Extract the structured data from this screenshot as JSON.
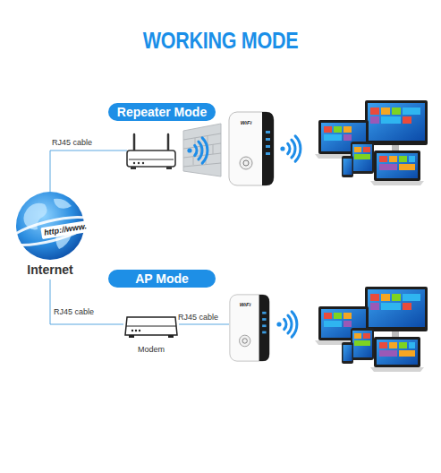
{
  "diagram": {
    "title": "WORKING MODE",
    "nodes": [
      {
        "text": [
          "Repeater Mode"
        ]
      },
      {
        "text": [
          "WiFi"
        ]
      },
      {
        "text": [
          "http://www.",
          "Internet"
        ]
      },
      {
        "text": [
          "AP Mode"
        ]
      },
      {
        "text": [
          "Modem"
        ]
      },
      {
        "text": [
          "WiFi"
        ]
      }
    ],
    "edges": [
      {
        "from": 2,
        "to": 4,
        "label": "RJ45 cable",
        "arrow": "none"
      },
      {
        "from": 4,
        "to": 5,
        "label": "RJ45 cable",
        "arrow": "none"
      }
    ],
    "labels": [
      "RJ45 cable"
    ]
  }
}
